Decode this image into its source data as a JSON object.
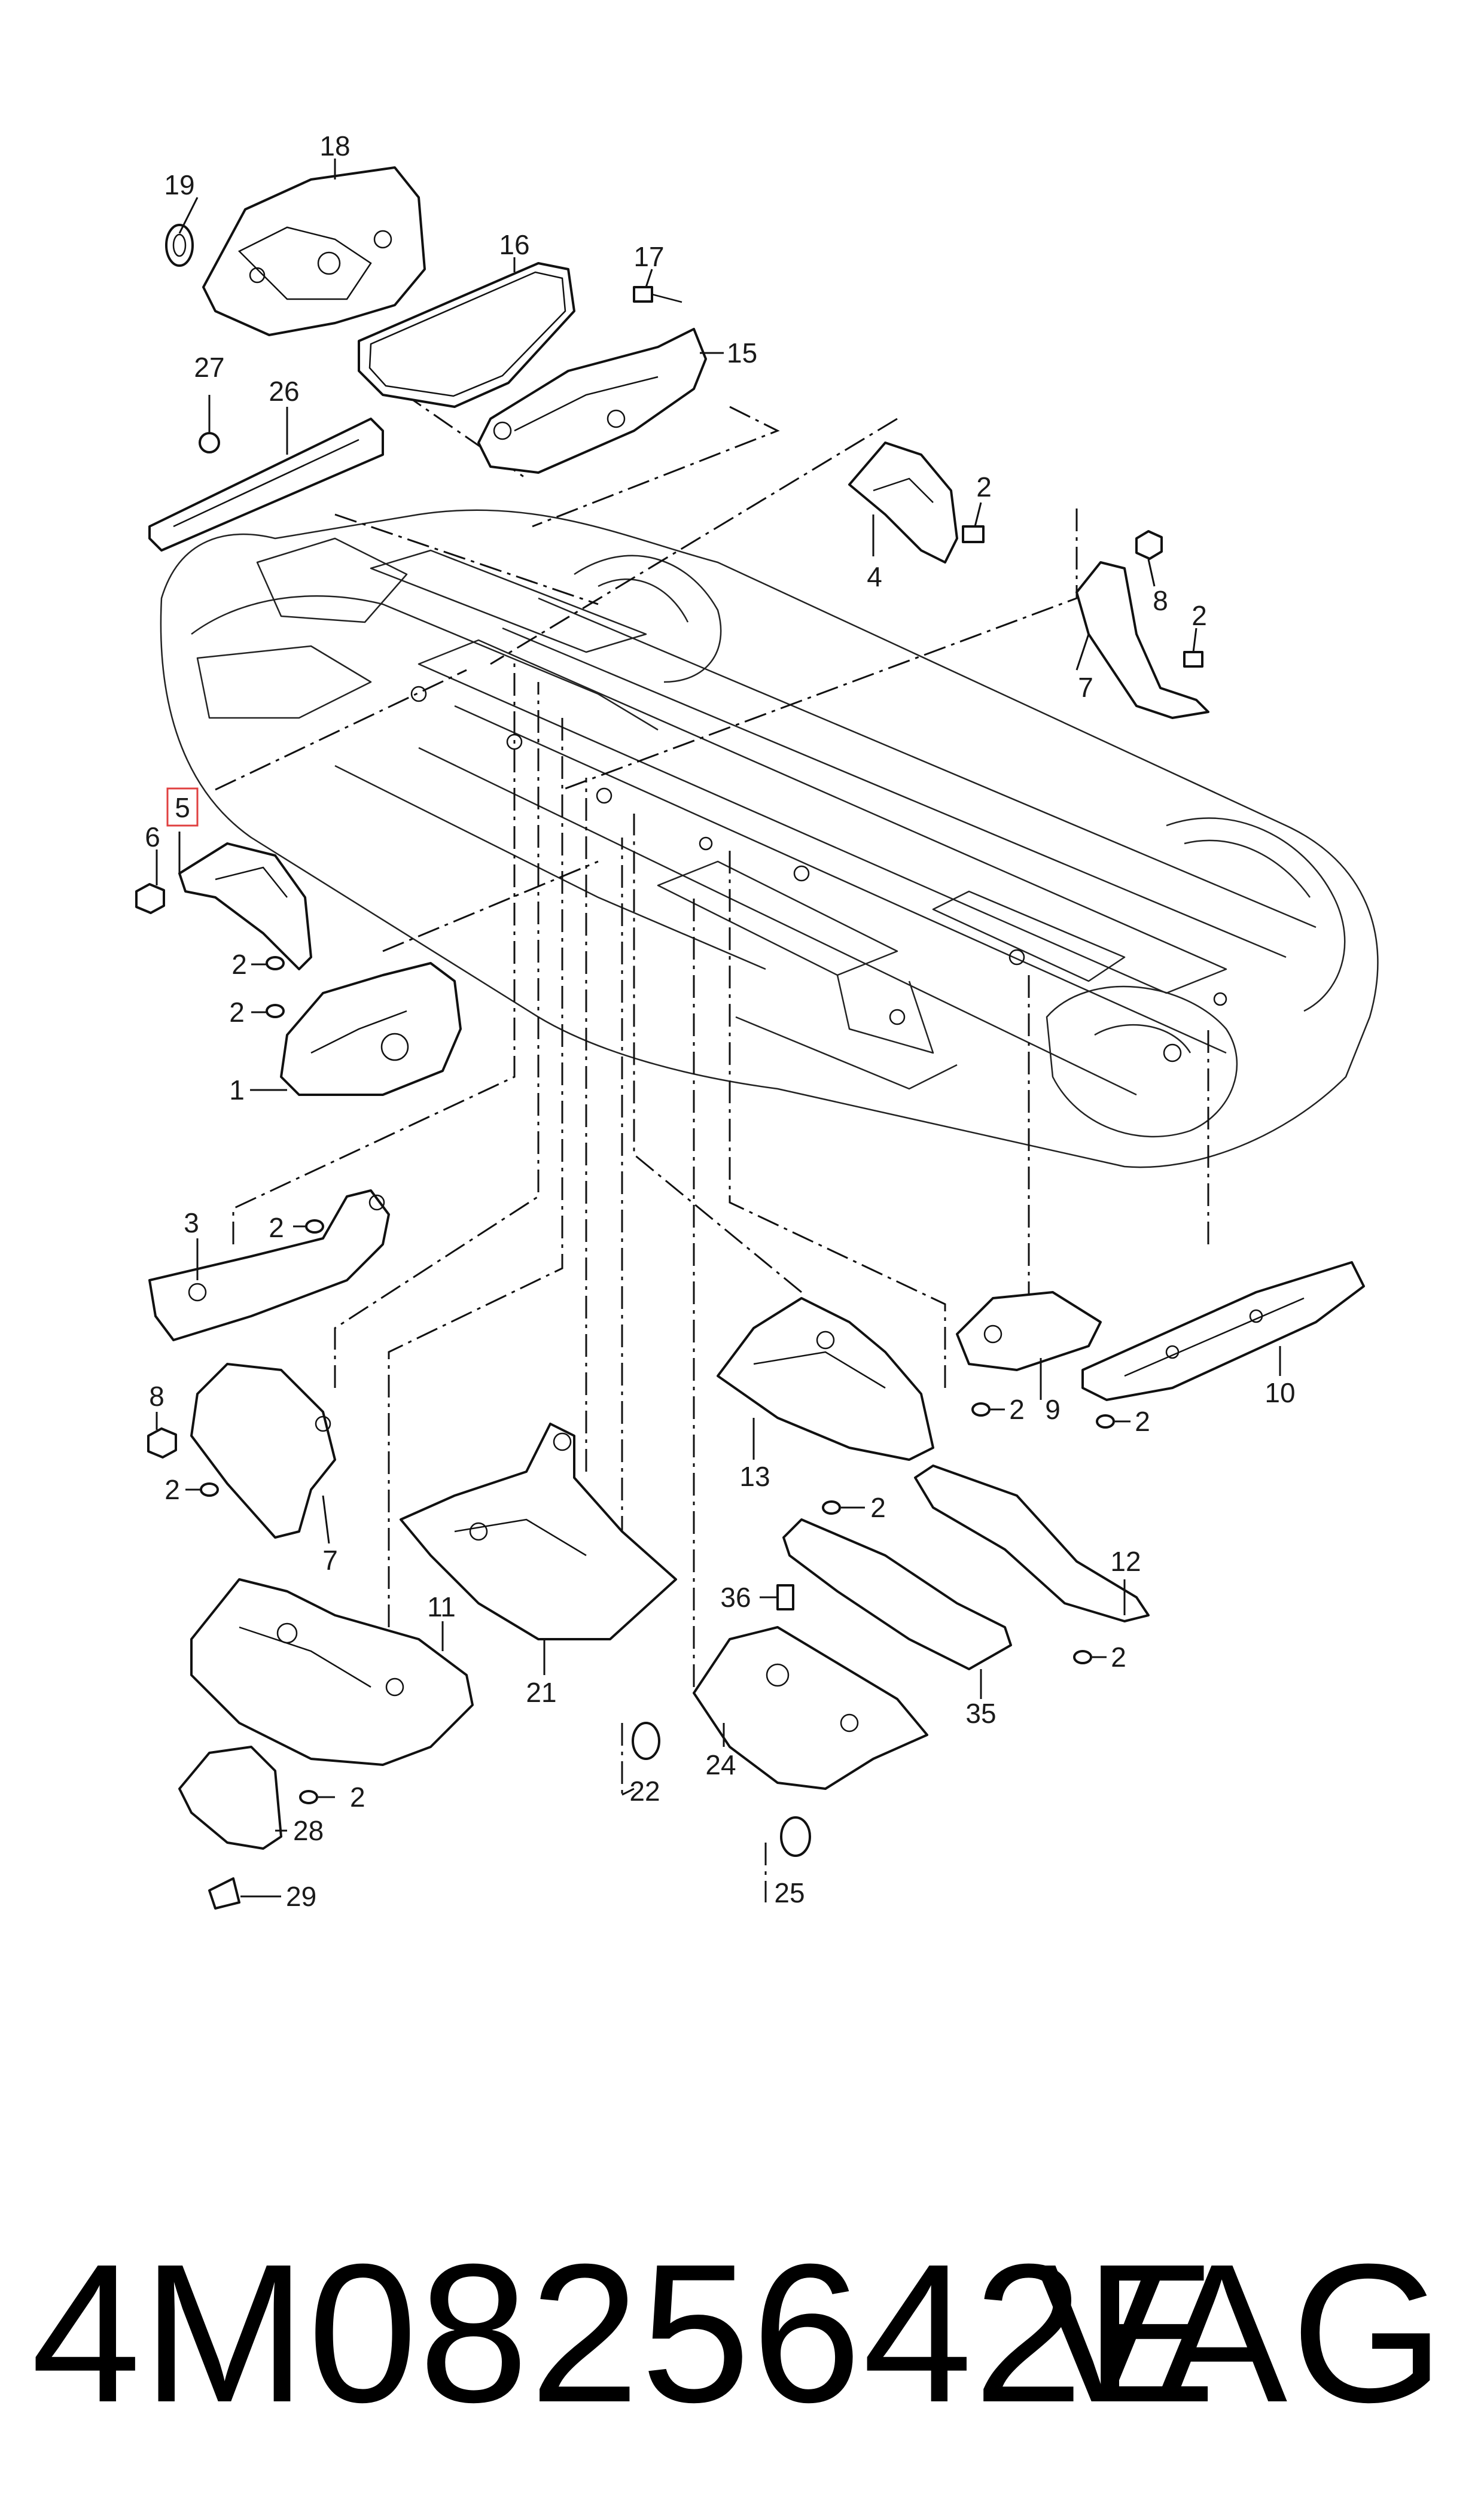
{
  "diagram": {
    "highlighted_callout": "5",
    "callouts": {
      "c1": "1",
      "c2": "2",
      "c3": "3",
      "c4": "4",
      "c5": "5",
      "c6": "6",
      "c7": "7",
      "c8": "8",
      "c9": "9",
      "c10": "10",
      "c11": "11",
      "c12": "12",
      "c13": "13",
      "c15": "15",
      "c16": "16",
      "c17": "17",
      "c18": "18",
      "c19": "19",
      "c21": "21",
      "c22": "22",
      "c24": "24",
      "c25": "25",
      "c26": "26",
      "c27": "27",
      "c28": "28",
      "c29": "29",
      "c35": "35",
      "c36": "36"
    }
  },
  "footer": {
    "part_number": "4M0825642E",
    "brand": "VAG"
  }
}
